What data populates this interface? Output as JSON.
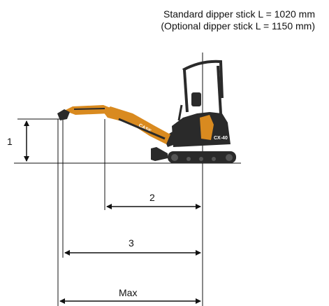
{
  "caption": {
    "standard": "Standard dipper stick L = 1020 mm",
    "optional": "(Optional dipper stick L = 1150 mm)"
  },
  "dimensions": {
    "height_label": "1",
    "reach_2_label": "2",
    "reach_3_label": "3",
    "max_label": "Max"
  },
  "machine": {
    "brand": "CASE",
    "model": "CX-40"
  },
  "colors": {
    "body": "#d98a1f",
    "dark": "#2a2a2a",
    "line": "#111111"
  }
}
